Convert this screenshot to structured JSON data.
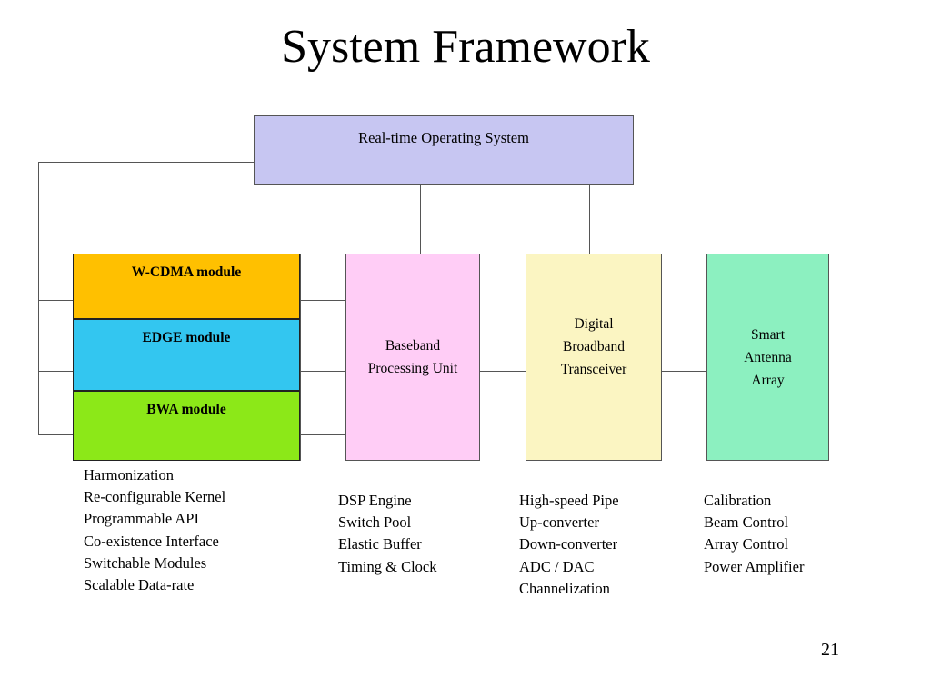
{
  "slide": {
    "title": "System Framework",
    "page_number": "21",
    "background_color": "#ffffff"
  },
  "diagram": {
    "nodes": [
      {
        "id": "rtos",
        "label": "Real-time Operating System",
        "color": "#c7c6f2"
      },
      {
        "id": "wcdma",
        "label": "W-CDMA module",
        "color": "#ffc000"
      },
      {
        "id": "edge",
        "label": "EDGE module",
        "color": "#33c6f0"
      },
      {
        "id": "bwa",
        "label": "BWA module",
        "color": "#8ce818"
      },
      {
        "id": "baseband",
        "label": "Baseband\nProcessing Unit",
        "line1": "Baseband",
        "line2": "Processing Unit",
        "color": "#ffcdf6"
      },
      {
        "id": "transceiver",
        "label": "Digital\nBroadband\nTransceiver",
        "line1": "Digital",
        "line2": "Broadband",
        "line3": "Transceiver",
        "color": "#fbf5c2"
      },
      {
        "id": "antenna",
        "label": "Smart\nAntenna\nArray",
        "line1": "Smart",
        "line2": "Antenna",
        "line3": "Array",
        "color": "#8cf0c0"
      }
    ],
    "captions": {
      "modules": [
        "Harmonization",
        "Re-configurable Kernel",
        "Programmable API",
        "Co-existence Interface",
        "Switchable Modules",
        "Scalable Data-rate"
      ],
      "baseband": [
        "DSP Engine",
        "Switch Pool",
        "Elastic Buffer",
        "Timing & Clock"
      ],
      "transceiver": [
        "High-speed Pipe",
        "Up-converter",
        "Down-converter",
        "ADC / DAC",
        "Channelization"
      ],
      "antenna": [
        "Calibration",
        "Beam Control",
        "Array Control",
        "Power Amplifier"
      ]
    },
    "line_color": "#555555"
  }
}
